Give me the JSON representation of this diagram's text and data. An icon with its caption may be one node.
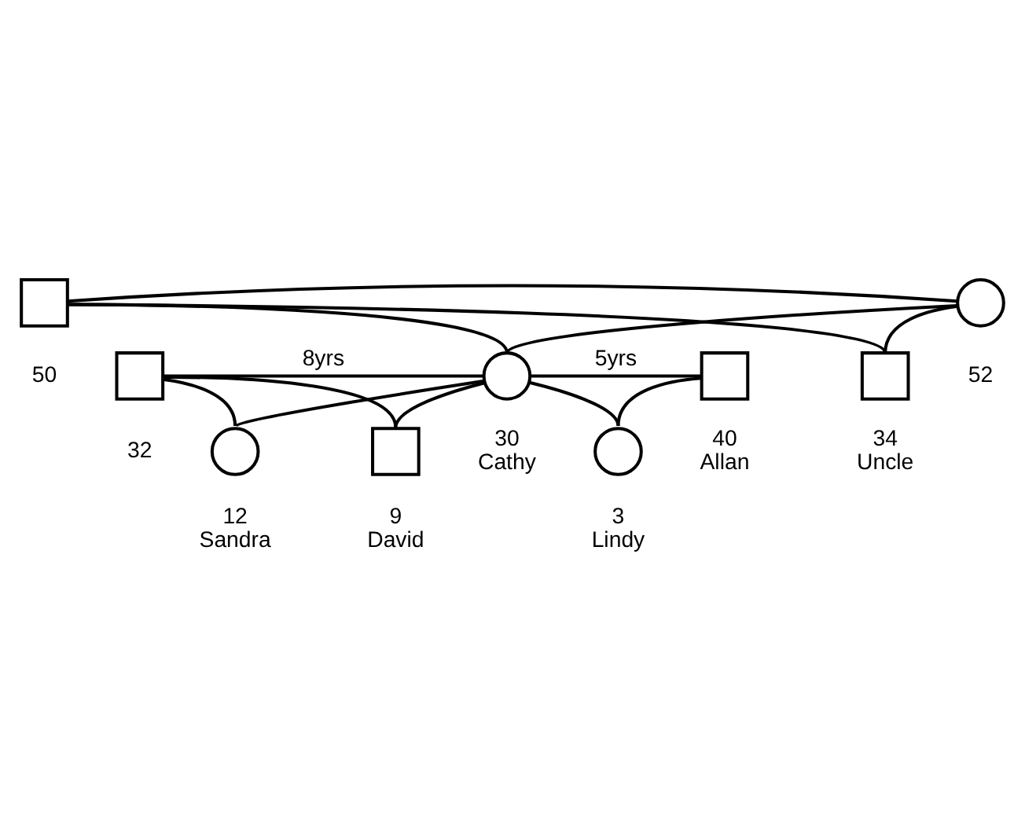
{
  "diagram": {
    "nodes": [
      {
        "text": [],
        "shape": "box",
        "beside": [
          "50"
        ]
      },
      {
        "text": [],
        "shape": "circle",
        "beside": [
          "52"
        ]
      },
      {
        "text": [],
        "shape": "box",
        "beside": [
          "32"
        ]
      },
      {
        "text": [],
        "shape": "circle",
        "beside": [
          "30",
          "Cathy"
        ]
      },
      {
        "text": [],
        "shape": "box",
        "beside": [
          "40",
          "Allan"
        ]
      },
      {
        "text": [],
        "shape": "box",
        "beside": [
          "34",
          "Uncle"
        ]
      },
      {
        "text": [],
        "shape": "circle",
        "beside": [
          "12",
          "Sandra"
        ]
      },
      {
        "text": [],
        "shape": "box",
        "beside": [
          "9",
          "David"
        ]
      },
      {
        "text": [],
        "shape": "circle",
        "beside": [
          "3",
          "Lindy"
        ]
      }
    ],
    "edges": [
      {
        "from": 0,
        "to": 1,
        "arrow": "none"
      },
      {
        "from": 0,
        "to": 3,
        "arrow": "none"
      },
      {
        "from": 1,
        "to": 3,
        "arrow": "none"
      },
      {
        "from": 0,
        "to": 5,
        "arrow": "none"
      },
      {
        "from": 1,
        "to": 5,
        "arrow": "none"
      },
      {
        "from": 2,
        "to": 3,
        "arrow": "none",
        "label": "8yrs"
      },
      {
        "from": 3,
        "to": 4,
        "arrow": "none",
        "label": "5yrs"
      },
      {
        "from": 2,
        "to": 6,
        "arrow": "none"
      },
      {
        "from": 3,
        "to": 6,
        "arrow": "none"
      },
      {
        "from": 2,
        "to": 7,
        "arrow": "none"
      },
      {
        "from": 3,
        "to": 7,
        "arrow": "none"
      },
      {
        "from": 3,
        "to": 8,
        "arrow": "none"
      },
      {
        "from": 4,
        "to": 8,
        "arrow": "none"
      }
    ]
  }
}
